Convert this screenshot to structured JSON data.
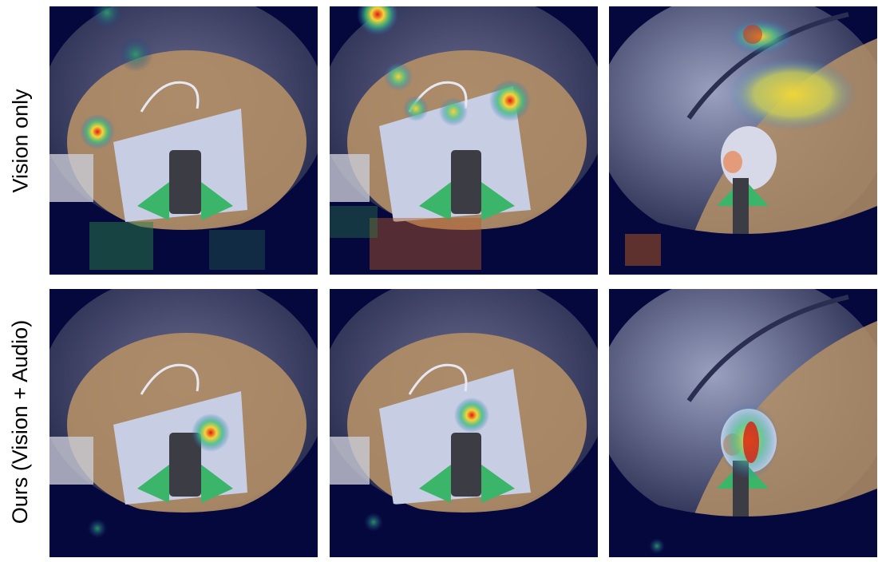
{
  "figure": {
    "rows": [
      {
        "label": "Vision only",
        "panels": [
          "panel-1",
          "panel-2",
          "panel-3"
        ]
      },
      {
        "label": "Ours (Vision + Audio)",
        "panels": [
          "panel-1",
          "panel-2",
          "panel-3"
        ]
      }
    ],
    "colors": {
      "background": "#ffffff",
      "heatmap_low": "#05083c",
      "heatmap_mid": "#2fa878",
      "heatmap_high": "#d91c10",
      "table": "#b5926a",
      "board": "#c9cfe4",
      "gripper_pad": "#38b86a"
    }
  }
}
